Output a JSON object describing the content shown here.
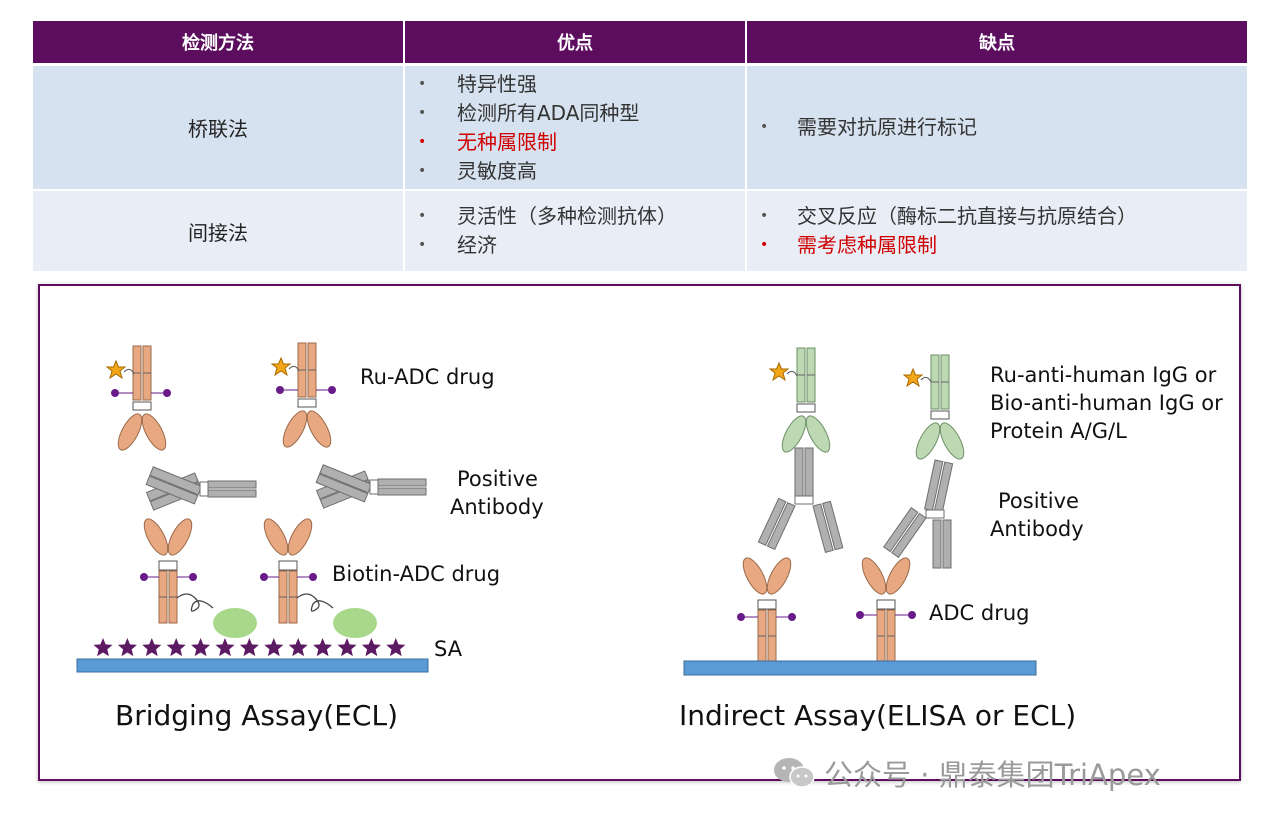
{
  "table": {
    "headers": [
      "检测方法",
      "优点",
      "缺点"
    ],
    "rows": [
      {
        "method": "桥联法",
        "pros": [
          "特异性强",
          "检测所有ADA同种型",
          "无种属限制",
          "灵敏度高"
        ],
        "cons": [
          "需要对抗原进行标记"
        ]
      },
      {
        "method": "间接法",
        "pros": [
          "灵活性（多种检测抗体）",
          "经济"
        ],
        "cons": [
          "交叉反应（酶标二抗直接与抗原结合）",
          "需考虑种属限制"
        ]
      }
    ]
  },
  "figure": {
    "bridging": {
      "ru_label": "Ru-ADC drug",
      "pos_label_1": "Positive",
      "pos_label_2": "Antibody",
      "biotin_label": "Biotin-ADC drug",
      "sa_label": "SA",
      "title": "Bridging Assay(ECL)"
    },
    "indirect": {
      "det_label_1": "Ru-anti-human IgG or",
      "det_label_2": "Bio-anti-human IgG or",
      "det_label_3": "Protein A/G/L",
      "pos_label_1": "Positive",
      "pos_label_2": "Antibody",
      "adc_label": "ADC drug",
      "title": "Indirect Assay(ELISA or ECL)"
    }
  },
  "watermark": "公众号 · 鼎泰集团TriApex",
  "colors": {
    "header_bg": "#5c0d5e",
    "row1_bg": "#d6e2ef",
    "row2_bg": "#e9eef6",
    "highlight_red": "#d00000",
    "adc_antibody": "#e8a882",
    "positive_antibody": "#a9a9a9",
    "detection_antibody": "#bcd9b4",
    "plate": "#5b9bd5",
    "streptavidin": "#a8d88a",
    "star_purple": "#5c1a63"
  }
}
